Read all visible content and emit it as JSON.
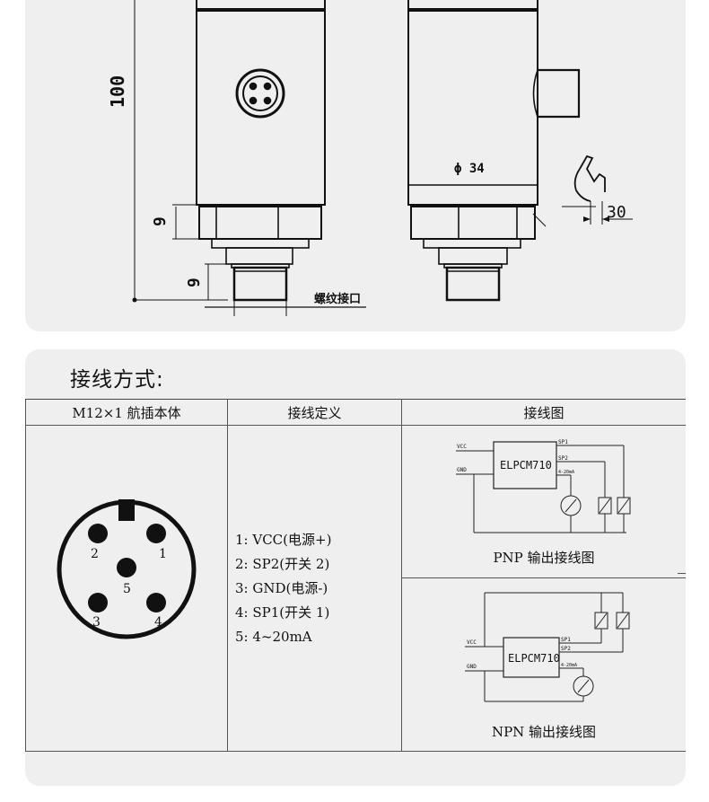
{
  "drawing": {
    "dim_height": "100",
    "dim_hex": "9",
    "dim_thread": "9",
    "thread_label": "螺纹接口",
    "diameter_label": "ϕ 34",
    "wrench_label": "30"
  },
  "wiring": {
    "title": "接线方式:",
    "headers": {
      "body": "M12×1 航插本体",
      "definition": "接线定义",
      "diagram": "接线图"
    },
    "pins": [
      "1",
      "2",
      "3",
      "4",
      "5"
    ],
    "definitions": [
      "1: VCC(电源+)",
      "2: SP2(开关 2)",
      "3: GND(电源-)",
      "4: SP1(开关 1)",
      "5: 4~20mA"
    ],
    "pnp": {
      "chip": "ELPCM710",
      "vcc": "VCC",
      "gnd": "GND",
      "sp1": "SP1",
      "sp2": "SP2",
      "analog": "4-20mA",
      "caption": "PNP 输出接线图"
    },
    "npn": {
      "chip": "ELPCM710",
      "vcc": "VCC",
      "gnd": "GND",
      "sp1": "SP1",
      "sp2": "SP2",
      "analog": "4-20mA",
      "caption": "NPN 输出接线图"
    }
  }
}
